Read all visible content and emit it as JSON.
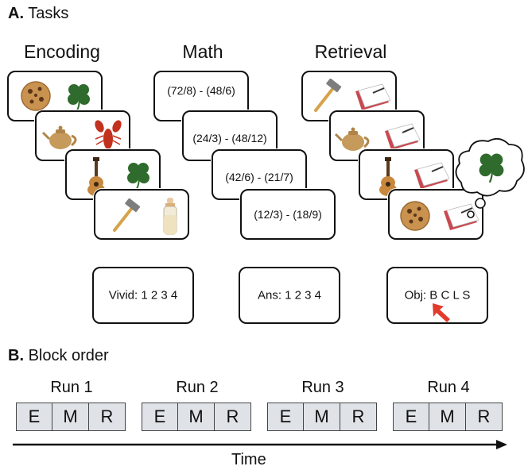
{
  "sectionA": {
    "letter": "A.",
    "title": "Tasks"
  },
  "columns": {
    "encoding": "Encoding",
    "math": "Math",
    "retrieval": "Retrieval"
  },
  "encoding_cards": [
    {
      "items": [
        "cookie-icon",
        "clover-icon"
      ]
    },
    {
      "items": [
        "teapot-icon",
        "lobster-icon"
      ]
    },
    {
      "items": [
        "guitar-icon",
        "clover-icon"
      ]
    },
    {
      "items": [
        "hammer-icon",
        "baby-bottle-icon"
      ]
    }
  ],
  "math_cards": [
    "(72/8) - (48/6)",
    "(24/3) - (48/12)",
    "(42/6) - (21/7)",
    "(12/3) - (18/9)"
  ],
  "retrieval_cards": [
    {
      "items": [
        "hammer-icon",
        "notebook-icon"
      ]
    },
    {
      "items": [
        "teapot-icon",
        "notebook-icon"
      ]
    },
    {
      "items": [
        "guitar-icon",
        "notebook-icon"
      ]
    },
    {
      "items": [
        "cookie-icon",
        "notebook-icon"
      ]
    }
  ],
  "thought_bubble": {
    "item": "clover-icon"
  },
  "responses": {
    "encoding": "Vivid: 1  2  3  4",
    "math": "Ans: 1  2  3  4",
    "retrieval": "Obj: B C L S"
  },
  "sectionB": {
    "letter": "B.",
    "title": "Block order"
  },
  "runs": [
    {
      "label": "Run 1",
      "blocks": [
        "E",
        "M",
        "R"
      ]
    },
    {
      "label": "Run 2",
      "blocks": [
        "E",
        "M",
        "R"
      ]
    },
    {
      "label": "Run 3",
      "blocks": [
        "E",
        "M",
        "R"
      ]
    },
    {
      "label": "Run 4",
      "blocks": [
        "E",
        "M",
        "R"
      ]
    }
  ],
  "time_label": "Time",
  "colors": {
    "block_fill": "#dfe3e8",
    "arrow_red": "#e23b2e",
    "notebook": "#c9484f"
  }
}
